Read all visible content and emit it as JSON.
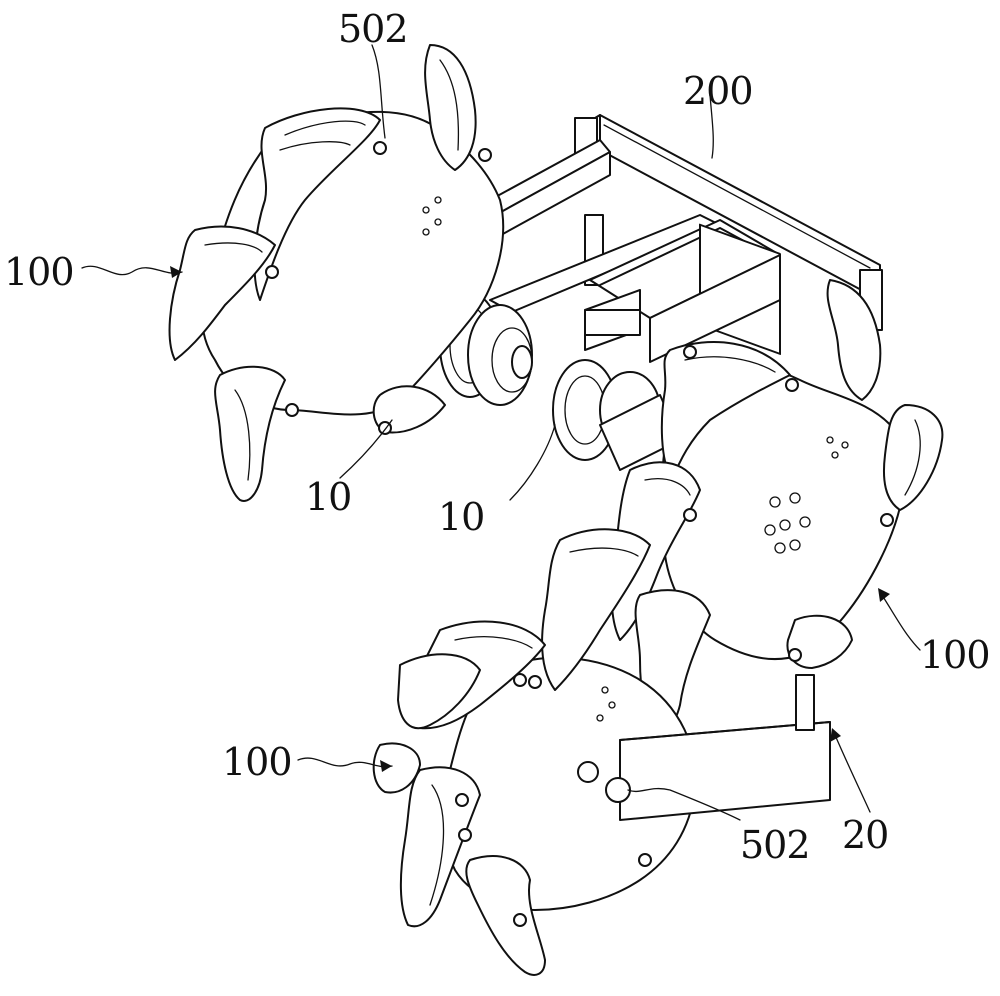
{
  "figure": {
    "labels": {
      "wheel_top_left": "100",
      "wheel_bottom_left": "100",
      "wheel_right": "100",
      "frame": "200",
      "screw_top": "502",
      "screw_bottom": "502",
      "joint_left": "10",
      "joint_center": "10",
      "bracket": "20"
    }
  }
}
